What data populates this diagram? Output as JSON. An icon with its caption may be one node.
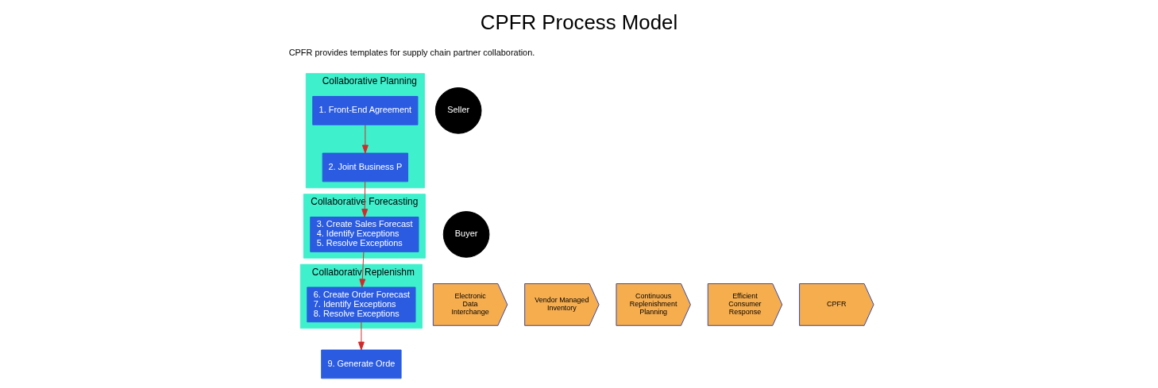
{
  "diagram": {
    "title": "CPFR Process Model",
    "nodes": [
      {
        "text": [
          "Collaborative Planning"
        ]
      },
      {
        "text": [
          "1. Front-End Agreement"
        ],
        "in": 0
      },
      {
        "text": [
          "2. Joint Business P"
        ],
        "in": 0
      },
      {
        "text": [
          "Collaborative Forecasting"
        ]
      },
      {
        "text": [
          "3. Create Sales Forecast",
          "4. Identify Exceptions",
          "5. Resolve Exceptions"
        ],
        "in": 3
      },
      {
        "text": [
          "Collaborativ Replenishm"
        ]
      },
      {
        "text": [
          "6. Create Order Forecast",
          "7. Identify Exceptions",
          "8. Resolve Exceptions"
        ],
        "in": 5
      },
      {
        "text": [
          "9. Generate Orde"
        ]
      },
      {
        "text": [
          "Seller"
        ]
      },
      {
        "text": [
          "Buyer"
        ]
      },
      {
        "text": [
          "Electronic Data Interchange"
        ]
      },
      {
        "text": [
          "Vendor Managed Inventory"
        ]
      },
      {
        "text": [
          "Continuous Replenishment Planning"
        ]
      },
      {
        "text": [
          "Efficient Consumer Response"
        ]
      },
      {
        "text": [
          "CPFR"
        ]
      }
    ],
    "edges": [
      {
        "from": 1,
        "to": 2,
        "arrow": "to"
      },
      {
        "from": 2,
        "to": 4,
        "arrow": "to"
      },
      {
        "from": 4,
        "to": 6,
        "arrow": "to"
      },
      {
        "from": 6,
        "to": 7,
        "arrow": "to"
      }
    ],
    "labels": [
      "CPFR provides templates for supply chain partner collaboration."
    ]
  }
}
